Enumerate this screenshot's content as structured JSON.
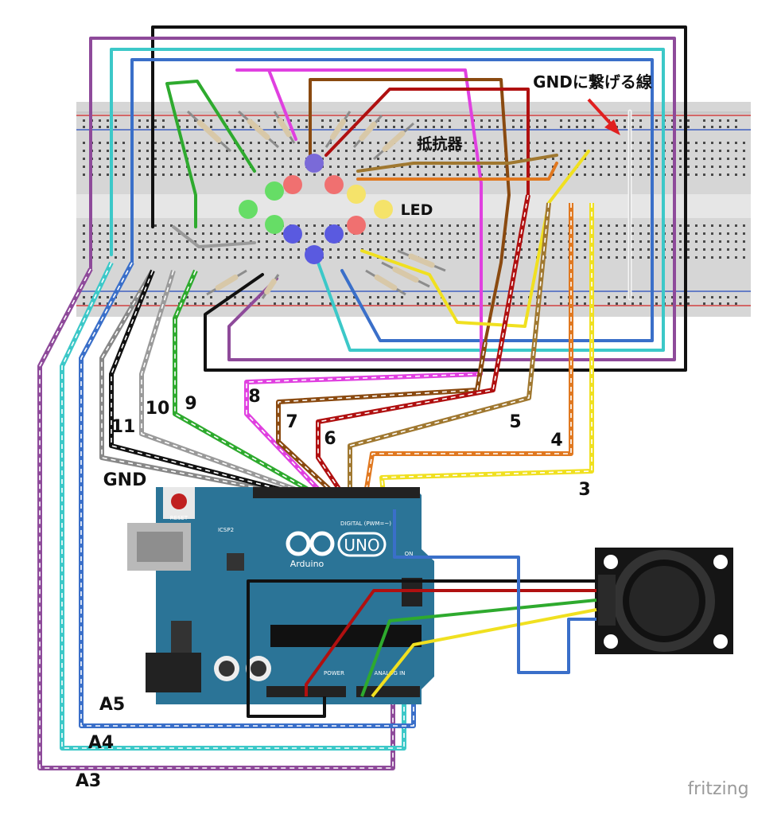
{
  "annotations": {
    "gnd_line": "GNDに繋げる線",
    "resistor": "抵抗器",
    "led": "LED"
  },
  "pin_labels": {
    "p11": "11",
    "p10": "10",
    "p9": "9",
    "p8": "8",
    "p7": "7",
    "p6": "6",
    "p5": "5",
    "p4": "4",
    "p3": "3",
    "gnd": "GND",
    "a5": "A5",
    "a4": "A4",
    "a3": "A3"
  },
  "arduino": {
    "model": "UNO",
    "brand": "Arduino",
    "reset_label": "RESET",
    "icsp_label": "ICSP2",
    "on_label": "ON",
    "power_label": "POWER",
    "analog_label": "ANALOG IN",
    "digital_label": "DIGITAL (PWM=~)"
  },
  "watermark": "fritzing",
  "colors": {
    "board": "#2b7497",
    "breadboard": "#d9d9d9",
    "rail_red": "#d04040",
    "rail_blue": "#4060c0",
    "purple": "#8e4a9a",
    "cyan": "#3cc8c8",
    "blue": "#3a6fc9",
    "black": "#111111",
    "grey": "#a0a0a0",
    "green": "#2eaa2e",
    "magenta": "#e040e0",
    "brown": "#8a4a10",
    "red": "#b01010",
    "tan": "#a07830",
    "orange": "#e07820",
    "yellow": "#f0e020"
  }
}
